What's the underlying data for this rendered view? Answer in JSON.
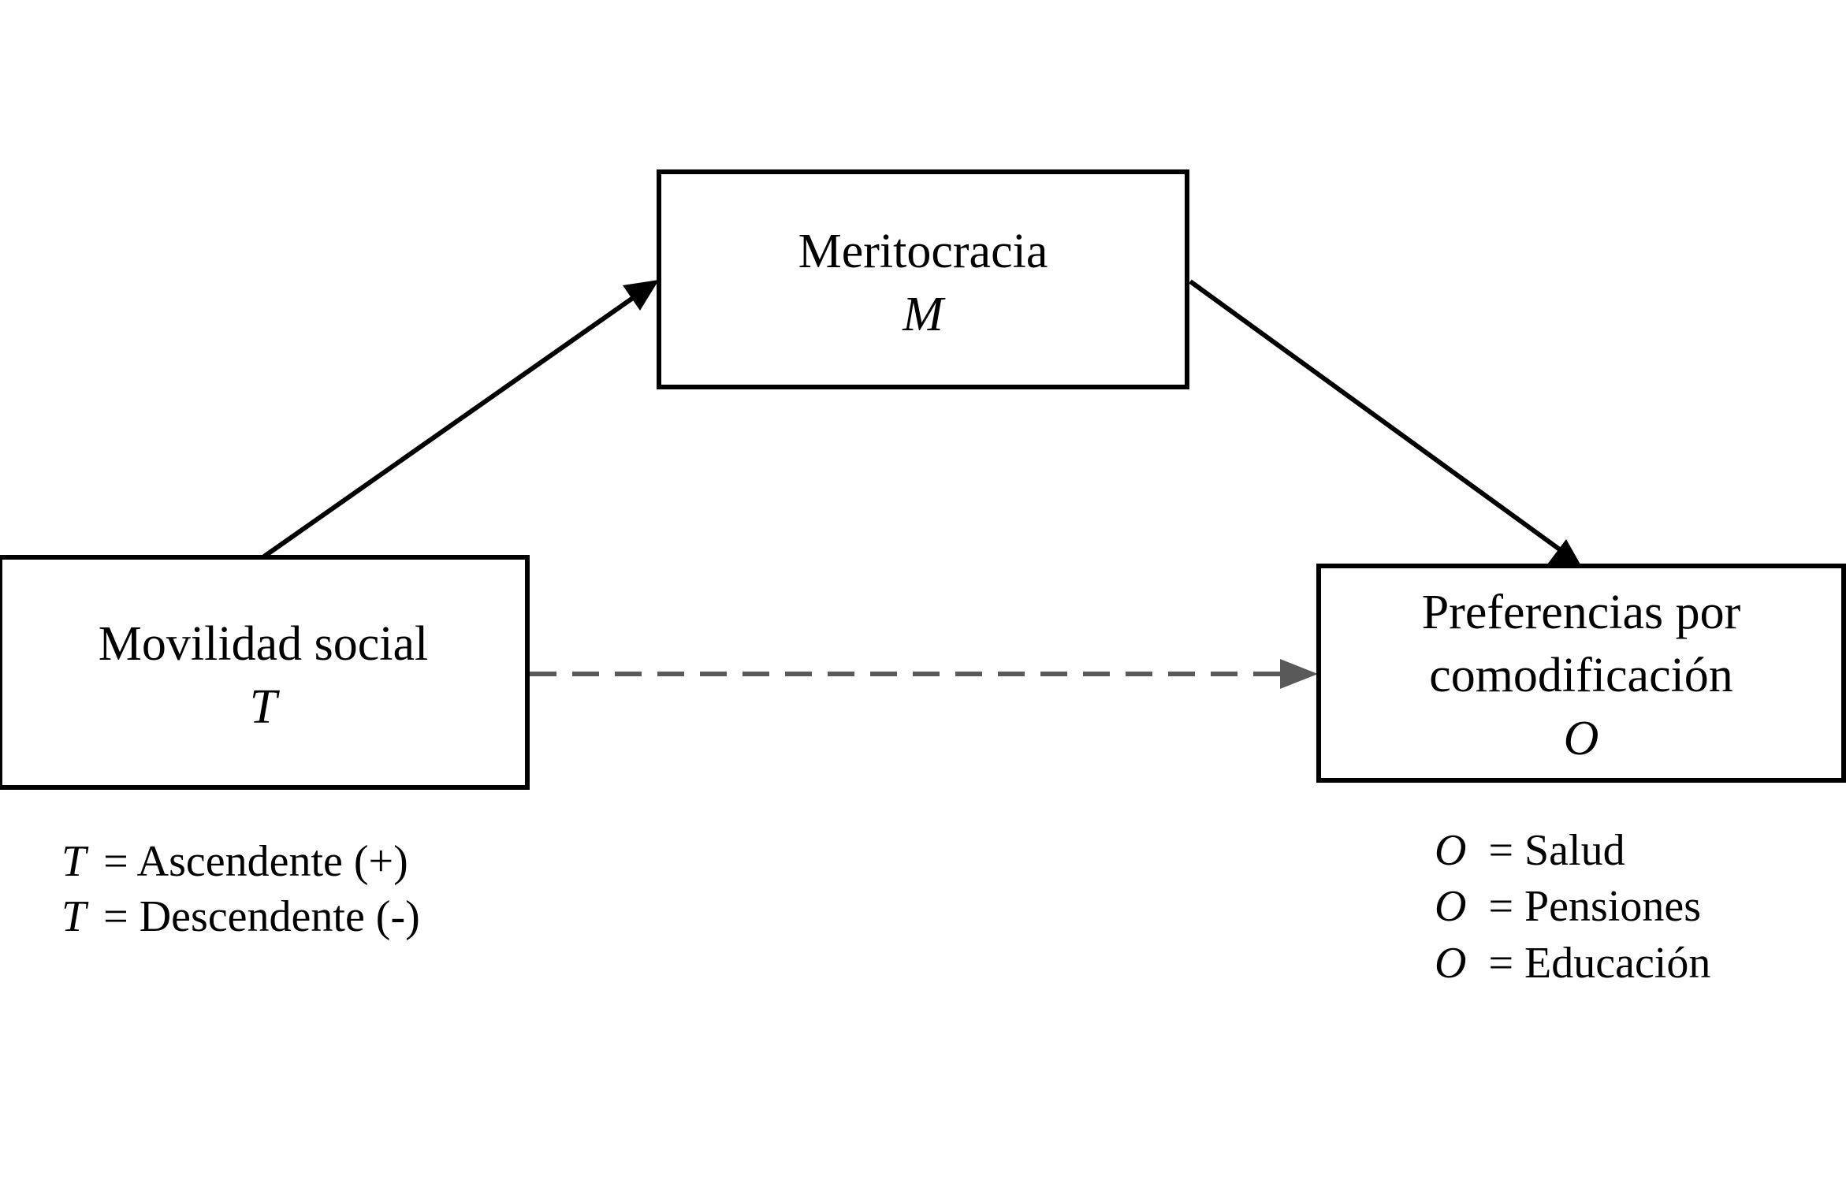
{
  "nodes": {
    "mediator": {
      "label": "Meritocracia",
      "symbol": "M"
    },
    "treatment": {
      "label": "Movilidad social",
      "symbol": "T"
    },
    "outcome": {
      "label_line1": "Preferencias por",
      "label_line2": "comodificación",
      "symbol": "O"
    }
  },
  "edges": {
    "treatment_to_mediator": {
      "style": "solid",
      "color": "#000000"
    },
    "mediator_to_outcome": {
      "style": "solid",
      "color": "#000000"
    },
    "treatment_to_outcome": {
      "style": "dashed",
      "color": "#595959"
    }
  },
  "legends": {
    "treatment": [
      {
        "symbol": "T",
        "text": "= Ascendente (+)"
      },
      {
        "symbol": "T",
        "text": "= Descendente (-)"
      }
    ],
    "outcome": [
      {
        "symbol": "O",
        "text": "= Salud"
      },
      {
        "symbol": "O",
        "text": "= Pensiones"
      },
      {
        "symbol": "O",
        "text": "= Educación"
      }
    ]
  }
}
